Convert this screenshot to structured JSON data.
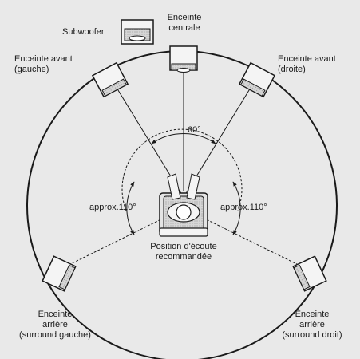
{
  "labels": {
    "subwoofer": "Subwoofer",
    "center": [
      "Enceinte",
      "centrale"
    ],
    "front_left": [
      "Enceinte avant",
      "(gauche)"
    ],
    "front_right": [
      "Enceinte avant",
      "(droite)"
    ],
    "angle_front": "60°",
    "angle_left": "approx.110°",
    "angle_right": "approx.110°",
    "listening": [
      "Position d'écoute",
      "recommandée"
    ],
    "rear_left": [
      "Enceinte",
      "arrière",
      "(surround gauche)"
    ],
    "rear_right": [
      "Enceinte",
      "arrière",
      "(surround droit)"
    ]
  },
  "colors": {
    "background": "#e9e9e9",
    "circle": "#1a1a1a",
    "speaker_fill": "#f4f4f4",
    "text": "#1a1a1a"
  }
}
